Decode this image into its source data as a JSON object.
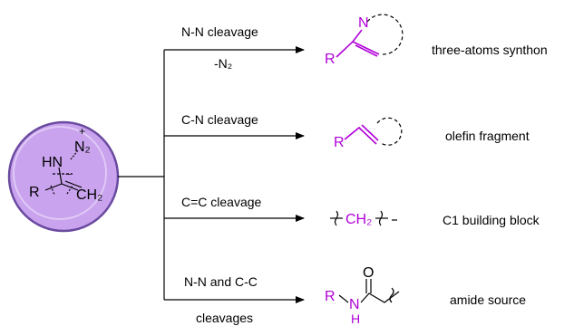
{
  "colors": {
    "circle_fill": "#c9a3ee",
    "circle_stroke": "#6a4aa0",
    "product": "#b000d8",
    "line": "#000000"
  },
  "center": {
    "n2_label": "N₂",
    "plus_sign": "+",
    "hn_label": "HN",
    "r_label": "R",
    "ch2_label": "CH₂",
    "minus_sign": "−"
  },
  "branches": [
    {
      "top_label": "N-N cleavage",
      "bottom_label": "-N₂",
      "product_text": [
        "N",
        "R"
      ],
      "result": "three-atoms synthon"
    },
    {
      "top_label": "C-N cleavage",
      "bottom_label": "",
      "product_text": [
        "R"
      ],
      "result": "olefin fragment"
    },
    {
      "top_label": "C=C cleavage",
      "bottom_label": "",
      "product_text": [
        "CH₂"
      ],
      "result": "C1 building block"
    },
    {
      "top_label": "N-N and C-C",
      "bottom_label": "cleavages",
      "product_text": [
        "O",
        "R",
        "N",
        "H"
      ],
      "result": "amide source"
    }
  ]
}
